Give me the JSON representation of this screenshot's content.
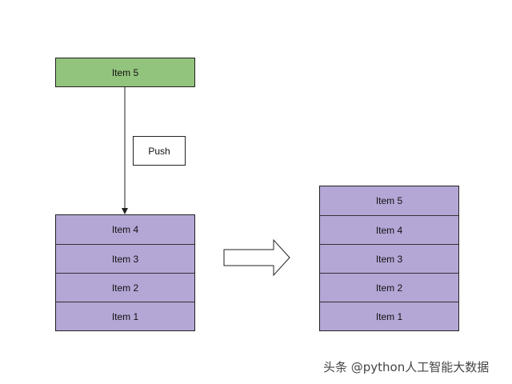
{
  "colors": {
    "incoming_fill": "#93c47d",
    "stack_fill": "#b4a7d6",
    "stroke": "#222222",
    "push_fill": "#ffffff"
  },
  "incoming_item": "Item 5",
  "push_label": "Push",
  "stack_before": {
    "items": [
      "Item 4",
      "Item 3",
      "Item 2",
      "Item 1"
    ]
  },
  "arrow_icon": "right-arrow-icon",
  "stack_after": {
    "items": [
      "Item 5",
      "Item 4",
      "Item 3",
      "Item 2",
      "Item 1"
    ]
  },
  "watermark": "头条 @python人工智能大数据"
}
